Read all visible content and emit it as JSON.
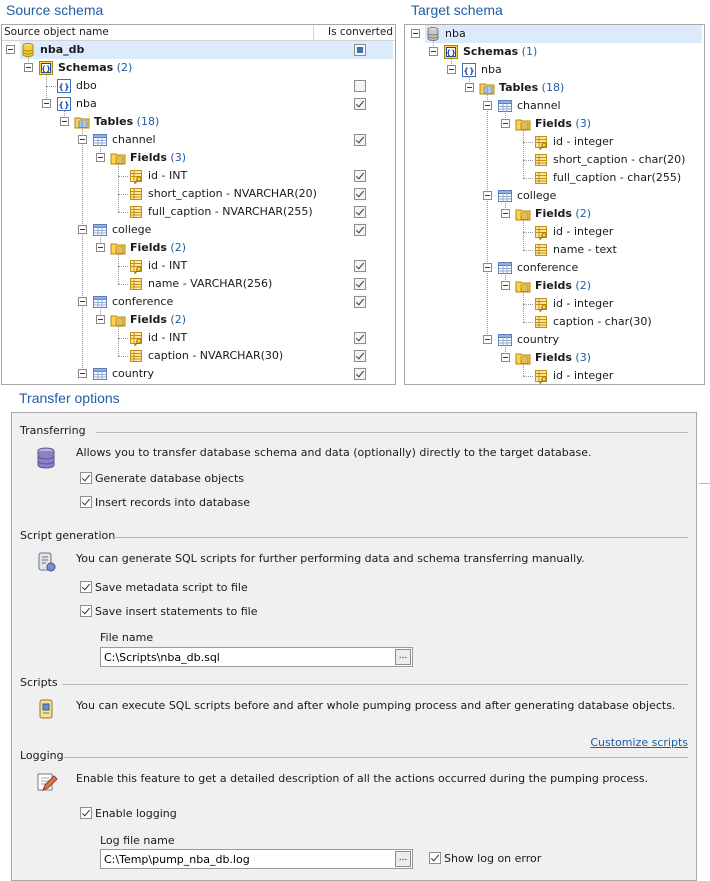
{
  "source": {
    "title": "Source schema",
    "col_name": "Source object name",
    "col_converted": "Is converted",
    "rows": [
      {
        "label": "nba_db",
        "count": "",
        "bold": true,
        "icon": "db",
        "level": 0,
        "check": "part",
        "sel": true
      },
      {
        "label": "Schemas",
        "count": "(2)",
        "bold": true,
        "icon": "schemas",
        "level": 1,
        "check": "none"
      },
      {
        "label": "dbo",
        "count": "",
        "bold": false,
        "icon": "schema",
        "level": 2,
        "check": "off",
        "leaf": true
      },
      {
        "label": "nba",
        "count": "",
        "bold": false,
        "icon": "schema",
        "level": 2,
        "check": "on"
      },
      {
        "label": "Tables",
        "count": "(18)",
        "bold": true,
        "icon": "tables",
        "level": 3,
        "check": "none"
      },
      {
        "label": "channel",
        "count": "",
        "bold": false,
        "icon": "table",
        "level": 4,
        "check": "on"
      },
      {
        "label": "Fields",
        "count": "(3)",
        "bold": true,
        "icon": "fields",
        "level": 5,
        "check": "none"
      },
      {
        "label": "id - INT",
        "count": "",
        "bold": false,
        "icon": "key",
        "level": 6,
        "check": "on",
        "leaf": true
      },
      {
        "label": "short_caption - NVARCHAR(20)",
        "count": "",
        "bold": false,
        "icon": "field",
        "level": 6,
        "check": "on",
        "leaf": true
      },
      {
        "label": "full_caption - NVARCHAR(255)",
        "count": "",
        "bold": false,
        "icon": "field",
        "level": 6,
        "check": "on",
        "leaf": true
      },
      {
        "label": "college",
        "count": "",
        "bold": false,
        "icon": "table",
        "level": 4,
        "check": "on"
      },
      {
        "label": "Fields",
        "count": "(2)",
        "bold": true,
        "icon": "fields",
        "level": 5,
        "check": "none"
      },
      {
        "label": "id - INT",
        "count": "",
        "bold": false,
        "icon": "key",
        "level": 6,
        "check": "on",
        "leaf": true
      },
      {
        "label": "name - VARCHAR(256)",
        "count": "",
        "bold": false,
        "icon": "field",
        "level": 6,
        "check": "on",
        "leaf": true
      },
      {
        "label": "conference",
        "count": "",
        "bold": false,
        "icon": "table",
        "level": 4,
        "check": "on"
      },
      {
        "label": "Fields",
        "count": "(2)",
        "bold": true,
        "icon": "fields",
        "level": 5,
        "check": "none"
      },
      {
        "label": "id - INT",
        "count": "",
        "bold": false,
        "icon": "key",
        "level": 6,
        "check": "on",
        "leaf": true
      },
      {
        "label": "caption - NVARCHAR(30)",
        "count": "",
        "bold": false,
        "icon": "field",
        "level": 6,
        "check": "on",
        "leaf": true
      },
      {
        "label": "country",
        "count": "",
        "bold": false,
        "icon": "table",
        "level": 4,
        "check": "on"
      }
    ]
  },
  "target": {
    "title": "Target schema",
    "rows": [
      {
        "label": "nba",
        "count": "",
        "bold": false,
        "icon": "db-gray",
        "level": 0,
        "sel": true
      },
      {
        "label": "Schemas",
        "count": "(1)",
        "bold": true,
        "icon": "schemas",
        "level": 1
      },
      {
        "label": "nba",
        "count": "",
        "bold": false,
        "icon": "schema",
        "level": 2
      },
      {
        "label": "Tables",
        "count": "(18)",
        "bold": true,
        "icon": "tables",
        "level": 3
      },
      {
        "label": "channel",
        "count": "",
        "bold": false,
        "icon": "table",
        "level": 4
      },
      {
        "label": "Fields",
        "count": "(3)",
        "bold": true,
        "icon": "fields",
        "level": 5
      },
      {
        "label": "id - integer",
        "count": "",
        "bold": false,
        "icon": "key",
        "level": 6,
        "leaf": true
      },
      {
        "label": "short_caption - char(20)",
        "count": "",
        "bold": false,
        "icon": "field",
        "level": 6,
        "leaf": true
      },
      {
        "label": "full_caption - char(255)",
        "count": "",
        "bold": false,
        "icon": "field",
        "level": 6,
        "leaf": true
      },
      {
        "label": "college",
        "count": "",
        "bold": false,
        "icon": "table",
        "level": 4
      },
      {
        "label": "Fields",
        "count": "(2)",
        "bold": true,
        "icon": "fields",
        "level": 5
      },
      {
        "label": "id - integer",
        "count": "",
        "bold": false,
        "icon": "key",
        "level": 6,
        "leaf": true
      },
      {
        "label": "name - text",
        "count": "",
        "bold": false,
        "icon": "field",
        "level": 6,
        "leaf": true
      },
      {
        "label": "conference",
        "count": "",
        "bold": false,
        "icon": "table",
        "level": 4
      },
      {
        "label": "Fields",
        "count": "(2)",
        "bold": true,
        "icon": "fields",
        "level": 5
      },
      {
        "label": "id - integer",
        "count": "",
        "bold": false,
        "icon": "key",
        "level": 6,
        "leaf": true
      },
      {
        "label": "caption - char(30)",
        "count": "",
        "bold": false,
        "icon": "field",
        "level": 6,
        "leaf": true
      },
      {
        "label": "country",
        "count": "",
        "bold": false,
        "icon": "table",
        "level": 4
      },
      {
        "label": "Fields",
        "count": "(3)",
        "bold": true,
        "icon": "fields",
        "level": 5
      },
      {
        "label": "id - integer",
        "count": "",
        "bold": false,
        "icon": "key",
        "level": 6,
        "leaf": true
      }
    ]
  },
  "transfer_options": {
    "title": "Transfer options",
    "transferring": {
      "label": "Transferring",
      "desc": "Allows you to transfer database schema and data (optionally) directly to the target database.",
      "generate_objects": "Generate database objects",
      "insert_records": "Insert records into database"
    },
    "script_generation": {
      "label": "Script generation",
      "desc": "You can generate SQL scripts for further performing data and schema transferring manually.",
      "save_metadata": "Save metadata script to file",
      "save_insert": "Save insert statements to file",
      "file_name_label": "File name",
      "file_name_value": "C:\\Scripts\\nba_db.sql",
      "browse": "..."
    },
    "scripts": {
      "label": "Scripts",
      "desc": "You can execute SQL scripts before and after whole pumping process and after generating database objects.",
      "customize_link": "Customize scripts"
    },
    "logging": {
      "label": "Logging",
      "desc": "Enable this feature to get a detailed description of all the actions occurred during the pumping process.",
      "enable_logging": "Enable logging",
      "log_file_label": "Log file name",
      "log_file_value": "C:\\Temp\\pump_nba_db.log",
      "browse": "...",
      "show_log_on_error": "Show log on error"
    }
  }
}
